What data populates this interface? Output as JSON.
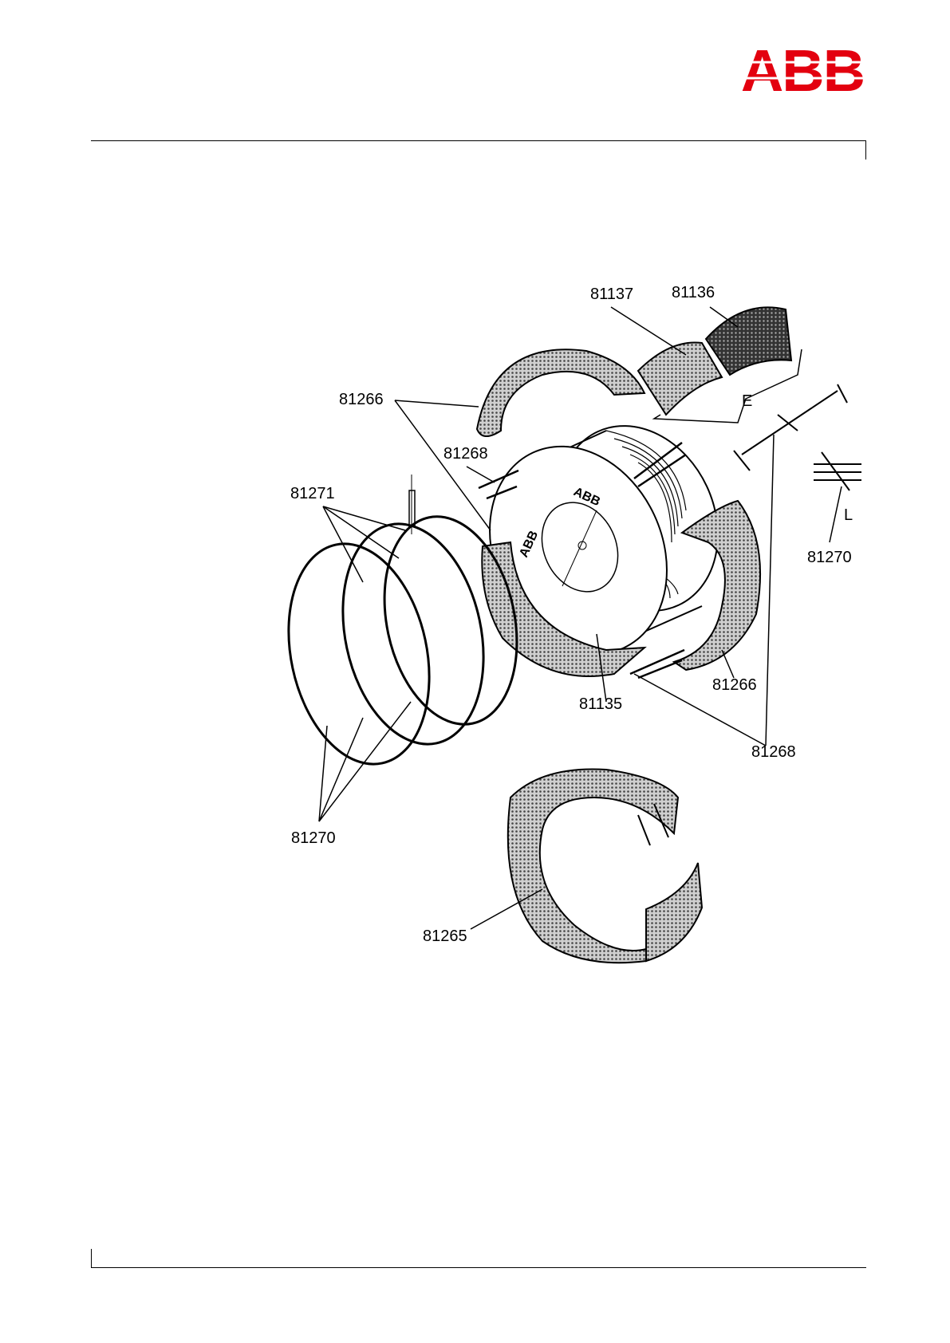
{
  "logo": {
    "text": "ABB",
    "color": "#e3000f"
  },
  "figure": {
    "callouts": [
      {
        "id": "c81137",
        "text": "81137"
      },
      {
        "id": "c81136",
        "text": "81136"
      },
      {
        "id": "c81266a",
        "text": "81266"
      },
      {
        "id": "cE",
        "text": "E"
      },
      {
        "id": "c81268a",
        "text": "81268"
      },
      {
        "id": "c81271",
        "text": "81271"
      },
      {
        "id": "cL",
        "text": "L"
      },
      {
        "id": "c81270a",
        "text": "81270"
      },
      {
        "id": "c81266b",
        "text": "81266"
      },
      {
        "id": "c81135",
        "text": "81135"
      },
      {
        "id": "c81268b",
        "text": "81268"
      },
      {
        "id": "c81270b",
        "text": "81270"
      },
      {
        "id": "c81265",
        "text": "81265"
      }
    ],
    "disc_marks": {
      "abb_top": "ABB",
      "abb_left": "ABB"
    }
  }
}
